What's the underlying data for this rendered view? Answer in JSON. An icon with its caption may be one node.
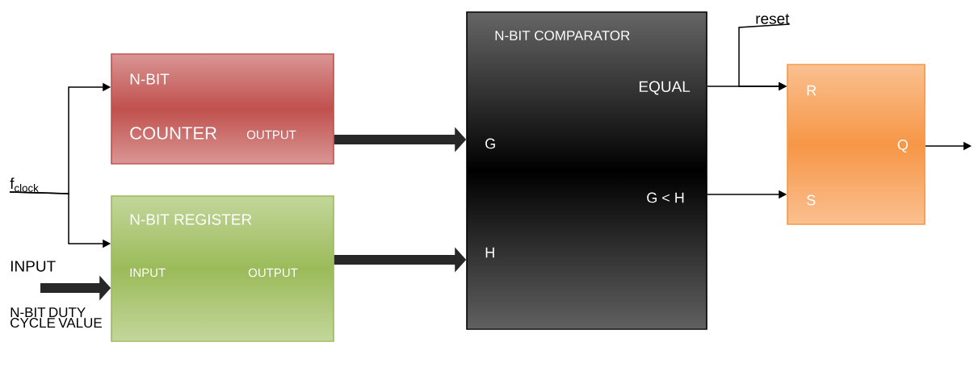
{
  "diagram": {
    "nodes": [
      {
        "text": [
          "N-BIT",
          "COUNTER",
          "OUTPUT"
        ]
      },
      {
        "text": [
          "N-BIT REGISTER",
          "INPUT",
          "OUTPUT"
        ]
      },
      {
        "text": [
          "N-BIT COMPARATOR",
          "EQUAL",
          "G",
          "G < H",
          "H"
        ]
      },
      {
        "text": [
          "R",
          "Q",
          "S"
        ]
      },
      {
        "text": [
          "f$_{clock}$"
        ]
      },
      {
        "text": [
          "reset"
        ]
      }
    ],
    "edges": [
      {
        "from": 4,
        "to": 0,
        "arrow": "to"
      },
      {
        "from": 4,
        "to": 1,
        "arrow": "to"
      },
      {
        "from": null,
        "to": 1,
        "arrow": "to",
        "style": "thick"
      },
      {
        "from": 0,
        "to": 2,
        "arrow": "to",
        "style": "thick"
      },
      {
        "from": 1,
        "to": 2,
        "arrow": "to",
        "style": "thick"
      },
      {
        "from": 2,
        "to": 3,
        "arrow": "to"
      },
      {
        "from": 5,
        "to": 3,
        "arrow": "to"
      },
      {
        "from": 2,
        "to": 3,
        "arrow": "to"
      },
      {
        "from": 3,
        "to": null,
        "arrow": "to"
      }
    ],
    "labels": [
      "INPUT",
      "N-BIT DUTY CYCLE VALUE"
    ]
  }
}
